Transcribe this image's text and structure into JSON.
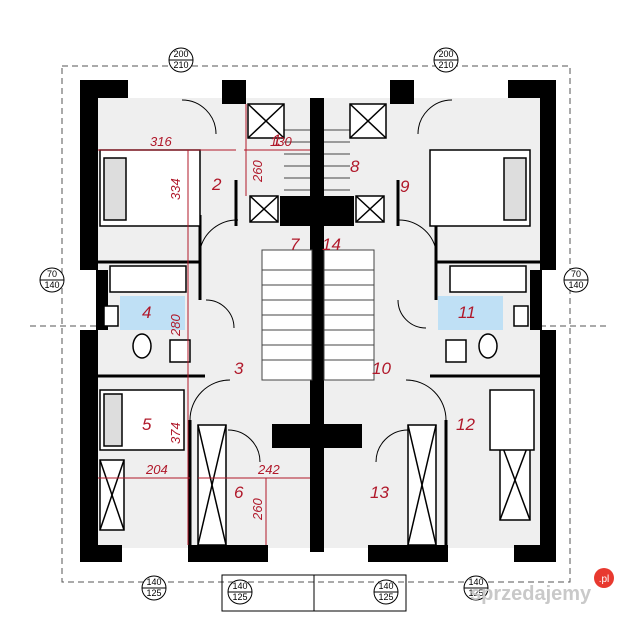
{
  "rooms": {
    "r1": "1",
    "r2": "2",
    "r3": "3",
    "r4": "4",
    "r5": "5",
    "r6": "6",
    "r7": "7",
    "r8": "8",
    "r9": "9",
    "r10": "10",
    "r11": "11",
    "r12": "12",
    "r13": "13",
    "r14": "14"
  },
  "dimensions": {
    "d316": "316",
    "d130": "130",
    "d334": "334",
    "d260a": "260",
    "d280": "280",
    "d374": "374",
    "d204": "204",
    "d242": "242",
    "d260b": "260"
  },
  "windows": {
    "top_left": {
      "top": "200",
      "bottom": "210"
    },
    "top_right": {
      "top": "200",
      "bottom": "210"
    },
    "left": {
      "top": "70",
      "bottom": "140"
    },
    "right": {
      "top": "70",
      "bottom": "140"
    },
    "bottom_1": {
      "top": "140",
      "bottom": "125"
    },
    "bottom_2": {
      "top": "140",
      "bottom": "125"
    },
    "bottom_3": {
      "top": "140",
      "bottom": "125"
    },
    "bottom_4": {
      "top": "140",
      "bottom": "125"
    }
  },
  "watermark": {
    "text": "sprzedajemy",
    "suffix": ".pl"
  },
  "colors": {
    "wall": "#000000",
    "floor": "#efefef",
    "bath": "#bfe0f5",
    "dimension": "#b0182a"
  }
}
